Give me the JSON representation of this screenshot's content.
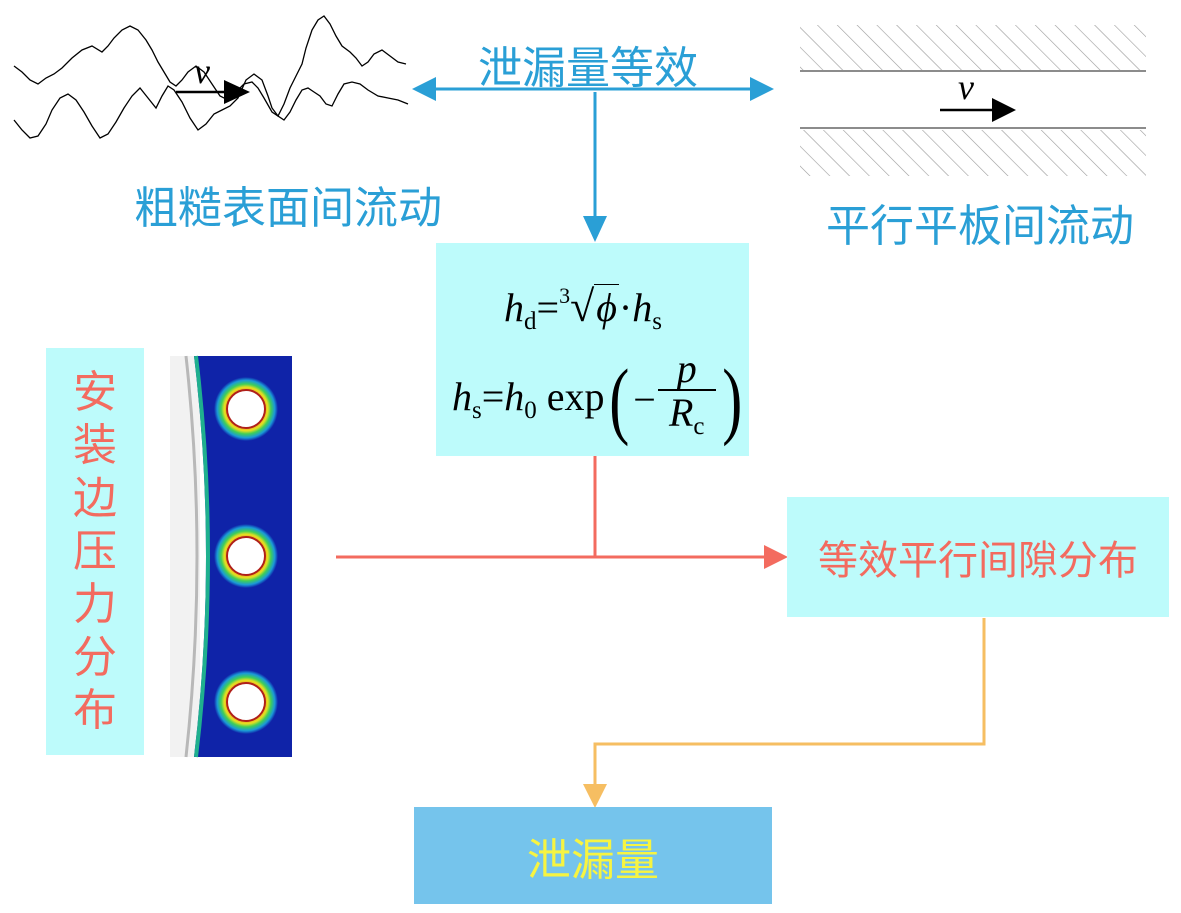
{
  "top": {
    "equiv_label": "泄漏量等效",
    "rough_label": "粗糙表面间流动",
    "parallel_label": "平行平板间流动",
    "velocity_symbol": "v"
  },
  "formula": {
    "h_symbol": "h",
    "d_sub": "d",
    "equals": "=",
    "root_index": "3",
    "phi": "ϕ",
    "dot": "·",
    "s_sub": "s",
    "zero_sub": "0",
    "exp": "exp",
    "minus": "−",
    "p_symbol": "p",
    "R_symbol": "R",
    "c_sub": "c"
  },
  "left_box": {
    "chars": [
      "安",
      "装",
      "边",
      "压",
      "力",
      "分",
      "布"
    ]
  },
  "equiv_gap_box": {
    "label": "等效平行间隙分布"
  },
  "output_box": {
    "label": "泄漏量"
  },
  "colors": {
    "blue_arrow": "#2a9fd6",
    "red_arrow": "#f36b5f",
    "orange_arrow": "#f6be62",
    "cyan_box": "#bdfbfb",
    "output_box": "#75c4ec",
    "output_text": "#f7f441",
    "fem_blue": "#0f23a8"
  }
}
